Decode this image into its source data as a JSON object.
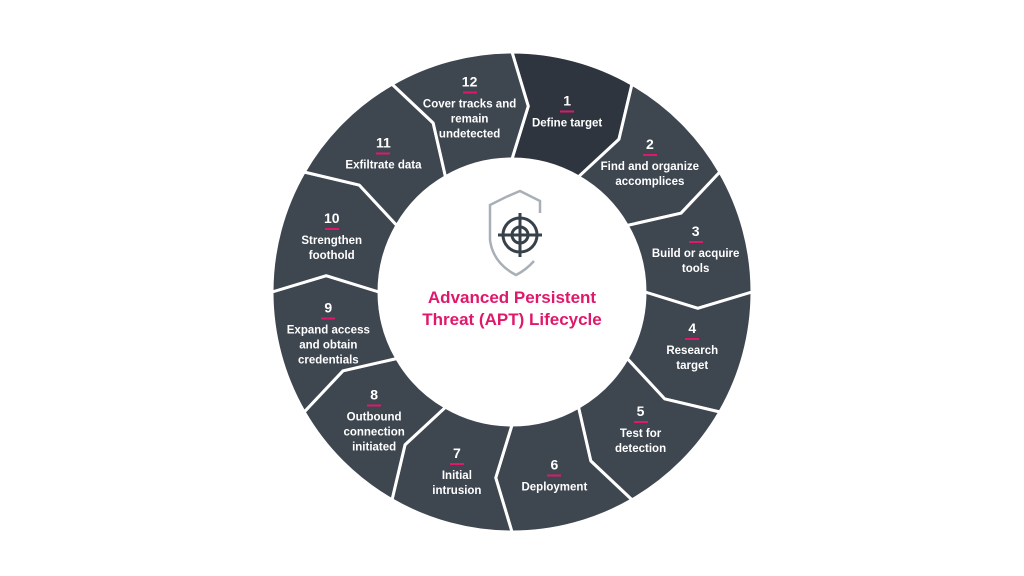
{
  "title": "Advanced Persistent Threat (APT) Lifecycle",
  "center_icon": "shield-target-icon",
  "colors": {
    "accent": "#e0186c",
    "segment": "#3e4650",
    "segment_first": "#2e353e"
  },
  "steps": [
    {
      "num": "1",
      "label": "Define target"
    },
    {
      "num": "2",
      "label": "Find and organize accomplices"
    },
    {
      "num": "3",
      "label": "Build or acquire tools"
    },
    {
      "num": "4",
      "label": "Research target"
    },
    {
      "num": "5",
      "label": "Test for detection"
    },
    {
      "num": "6",
      "label": "Deployment"
    },
    {
      "num": "7",
      "label": "Initial intrusion"
    },
    {
      "num": "8",
      "label": "Outbound connection initiated"
    },
    {
      "num": "9",
      "label": "Expand access and obtain credentials"
    },
    {
      "num": "10",
      "label": "Strengthen foothold"
    },
    {
      "num": "11",
      "label": "Exfiltrate data"
    },
    {
      "num": "12",
      "label": "Cover tracks and remain undetected"
    }
  ]
}
